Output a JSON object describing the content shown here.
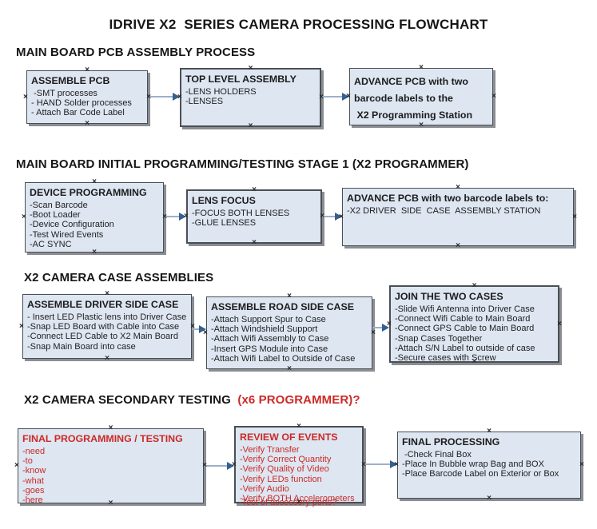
{
  "title": "IDRIVE X2  SERIES CAMERA PROCESSING FLOWCHART",
  "handle_glyph": "×",
  "colors": {
    "box_fill": "#dde6f1",
    "box_border": "#4a4f55",
    "arrow_line": "#9cb0c9",
    "arrow_head": "#365f91",
    "red_text": "#cc2a27",
    "black_text": "#161616"
  },
  "sections": [
    {
      "heading": "MAIN BOARD PCB ASSEMBLY PROCESS"
    },
    {
      "heading": "MAIN BOARD INITIAL PROGRAMMING/TESTING STAGE 1 (X2 PROGRAMMER)"
    },
    {
      "heading": "X2 CAMERA CASE ASSEMBLIES"
    },
    {
      "heading_black": "X2 CAMERA SECONDARY TESTING  ",
      "heading_red": "(x6 PROGRAMMER)?"
    }
  ],
  "boxes": [
    {
      "title": "ASSEMBLE PCB",
      "items": [
        " -SMT processes",
        "- HAND Solder processes",
        "- Attach Bar Code Label"
      ]
    },
    {
      "title": "TOP LEVEL ASSEMBLY",
      "items": [
        "-LENS HOLDERS",
        "-LENSES"
      ]
    },
    {
      "title": "ADVANCE PCB with two\nbarcode labels to the\n X2 Programming Station",
      "items": []
    },
    {
      "title": "DEVICE PROGRAMMING",
      "items": [
        "-Scan Barcode",
        "-Boot Loader",
        "-Device Configuration",
        "-Test Wired Events",
        "-AC SYNC"
      ]
    },
    {
      "title": "LENS FOCUS",
      "items": [
        "-FOCUS BOTH LENSES",
        "-GLUE LENSES"
      ]
    },
    {
      "title": "ADVANCE PCB with two barcode labels to:",
      "items": [
        "-X2 DRIVER  SIDE  CASE  ASSEMBLY STATION"
      ]
    },
    {
      "title": "ASSEMBLE DRIVER SIDE CASE",
      "items": [
        "- Insert LED Plastic lens into Driver Case",
        "-Snap LED Board with Cable into Case",
        "-Connect LED Cable to X2 Main Board",
        "-Snap Main Board into case"
      ]
    },
    {
      "title": "ASSEMBLE ROAD SIDE CASE",
      "items": [
        "-Attach Support Spur to Case",
        "-Attach Windshield Support",
        "-Attach Wifi Assembly to Case",
        "-Insert GPS Module into Case",
        "-Attach Wifi Label to Outside of Case"
      ]
    },
    {
      "title": "JOIN THE TWO CASES",
      "items": [
        "-Slide Wifi Antenna into Driver Case",
        "-Connect Wifi Cable to Main Board",
        "-Connect GPS Cable to Main Board",
        "-Snap Cases Together",
        "-Attach S/N Label to outside of case",
        "-Secure cases with Screw"
      ]
    },
    {
      "title": "FINAL PROGRAMMING / TESTING",
      "items": [
        "-need",
        "-to",
        "-know",
        "-what",
        "-goes",
        "-here"
      ]
    },
    {
      "title": "REVIEW OF EVENTS",
      "items": [
        "-Verify Transfer",
        "-Verify Correct Quantity",
        "-Verify Quality of Video",
        "-Verify LEDs function",
        "-Verify Audio",
        "-Verify BOTH Accelerometers"
      ],
      "overflow_item": "-Test of accessory ports?"
    },
    {
      "title": "FINAL PROCESSING",
      "items": [
        " -Check Final Box",
        "-Place In Bubble wrap Bag and BOX",
        "-Place Barcode Label on Exterior or Box"
      ]
    }
  ]
}
